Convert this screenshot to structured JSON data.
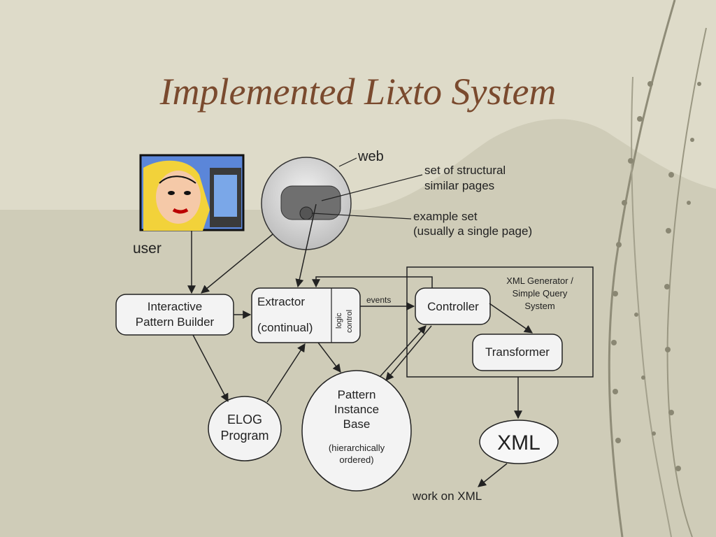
{
  "slide": {
    "title": "Implemented Lixto System"
  },
  "diagram": {
    "user_label": "user",
    "web_label": "web",
    "structural_pages_label": [
      "set of structural",
      "similar pages"
    ],
    "example_set_label": [
      "example set",
      "(usually a single page)"
    ],
    "interactive_pattern_builder": [
      "Interactive",
      "Pattern Builder"
    ],
    "extractor": {
      "name": "Extractor",
      "mode": "(continual)",
      "logic_control": [
        "logic",
        "control"
      ]
    },
    "events_label": "events",
    "controller": "Controller",
    "xml_generator": [
      "XML Generator /",
      "Simple Query",
      "System"
    ],
    "transformer": "Transformer",
    "elog_program": [
      "ELOG",
      "Program"
    ],
    "pattern_instance_base": [
      "Pattern",
      "Instance",
      "Base"
    ],
    "pattern_instance_note": [
      "(hierarchically",
      "ordered)"
    ],
    "xml": "XML",
    "work_on_xml": "work on XML"
  }
}
